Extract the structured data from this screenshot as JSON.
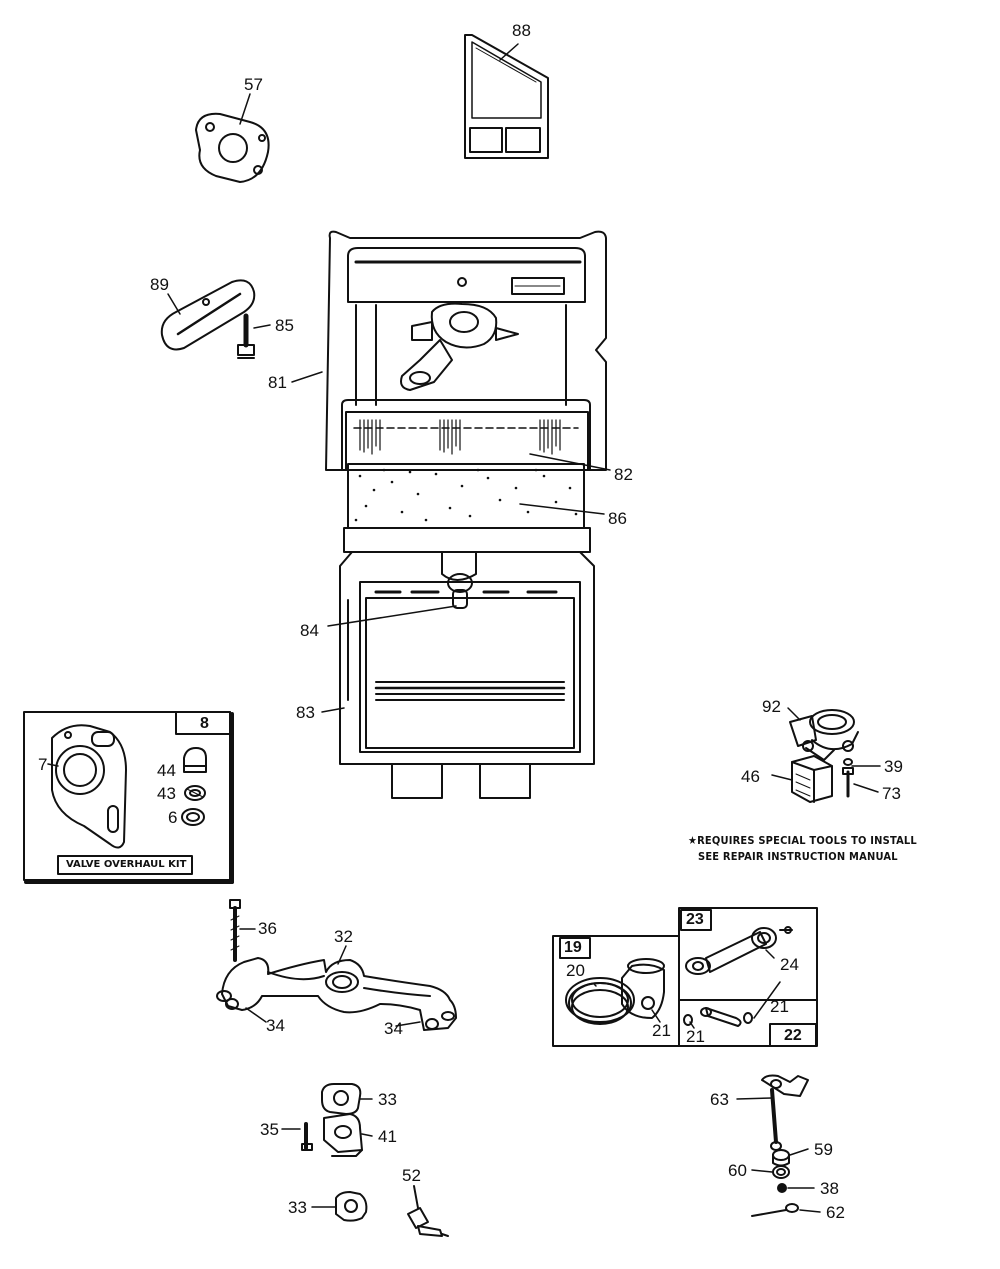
{
  "callouts": {
    "p88": "88",
    "p57": "57",
    "p89": "89",
    "p85": "85",
    "p81": "81",
    "p82": "82",
    "p86": "86",
    "p84": "84",
    "p83": "83",
    "p8": "8",
    "p7": "7",
    "p44": "44",
    "p43": "43",
    "p6": "6",
    "p92": "92",
    "p39": "39",
    "p46": "46",
    "p73": "73",
    "p36": "36",
    "p32": "32",
    "p34a": "34",
    "p34b": "34",
    "p19": "19",
    "p20": "20",
    "p21a": "21",
    "p23": "23",
    "p24": "24",
    "p21b": "21",
    "p21c": "21",
    "p22": "22",
    "p33a": "33",
    "p35": "35",
    "p41": "41",
    "p52": "52",
    "p33b": "33",
    "p63": "63",
    "p59": "59",
    "p60": "60",
    "p38": "38",
    "p62": "62"
  },
  "kit_label": "VALVE OVERHAUL KIT",
  "note": {
    "line1": "★REQUIRES SPECIAL TOOLS TO INSTALL",
    "line2": "SEE REPAIR INSTRUCTION MANUAL"
  }
}
